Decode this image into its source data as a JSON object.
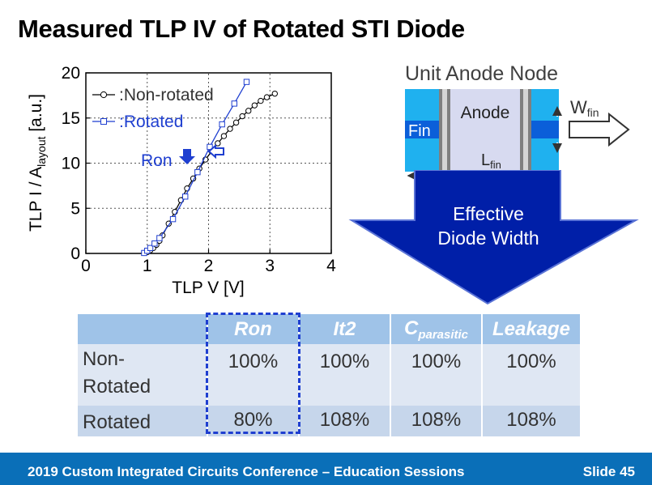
{
  "title": "Measured TLP IV of Rotated STI Diode",
  "chart_data": {
    "type": "line",
    "xlabel": "TLP V [V]",
    "ylabel": "TLP I / A",
    "ylabel_sub": "layout",
    "ylabel_unit": " [a.u.]",
    "xlim": [
      0,
      4
    ],
    "ylim": [
      0,
      20
    ],
    "xticks": [
      "0",
      "1",
      "2",
      "3",
      "4"
    ],
    "yticks": [
      "0",
      "5",
      "10",
      "15",
      "20"
    ],
    "legend_placement": "top-left",
    "series": [
      {
        "name": ":Non-rotated",
        "marker": "circle",
        "color": "#000000",
        "x": [
          0.95,
          1.0,
          1.05,
          1.1,
          1.15,
          1.2,
          1.25,
          1.35,
          1.45,
          1.55,
          1.65,
          1.75,
          1.85,
          1.95,
          2.05,
          2.15,
          2.25,
          2.35,
          2.45,
          2.55,
          2.65,
          2.75,
          2.85,
          2.95,
          3.08
        ],
        "y": [
          0.05,
          0.15,
          0.35,
          0.6,
          0.95,
          1.4,
          2.0,
          3.3,
          4.6,
          5.9,
          7.2,
          8.3,
          9.4,
          10.4,
          11.3,
          12.2,
          13.0,
          13.8,
          14.5,
          15.2,
          15.8,
          16.4,
          16.9,
          17.3,
          17.7
        ]
      },
      {
        "name": ":Rotated",
        "marker": "square",
        "color": "#1f3fd0",
        "x": [
          0.95,
          1.0,
          1.05,
          1.12,
          1.2,
          1.42,
          1.62,
          1.82,
          2.02,
          2.22,
          2.42,
          2.62
        ],
        "y": [
          0.05,
          0.3,
          0.6,
          1.1,
          1.7,
          3.8,
          6.3,
          9.0,
          11.8,
          14.3,
          16.6,
          19.0
        ]
      }
    ],
    "annotation": "Ron"
  },
  "diagram": {
    "title": "Unit Anode Node",
    "anode_label": "Anode",
    "fin_label": "Fin",
    "lfin_label": "L",
    "lfin_sub": "fin",
    "wfin_label": "W",
    "wfin_sub": "fin"
  },
  "arrow": {
    "line1": "Effective",
    "line2": "Diode Width"
  },
  "table": {
    "headers": [
      "Ron",
      "It2",
      "C",
      "parasitic",
      "Leakage"
    ],
    "rows": [
      {
        "label": "Non-Rotated",
        "values": [
          "100%",
          "100%",
          "100%",
          "100%"
        ]
      },
      {
        "label": "Rotated",
        "values": [
          "80%",
          "108%",
          "108%",
          "108%"
        ]
      }
    ]
  },
  "footer": {
    "text": "2019 Custom Integrated Circuits Conference – Education Sessions",
    "slide": "Slide 45"
  }
}
